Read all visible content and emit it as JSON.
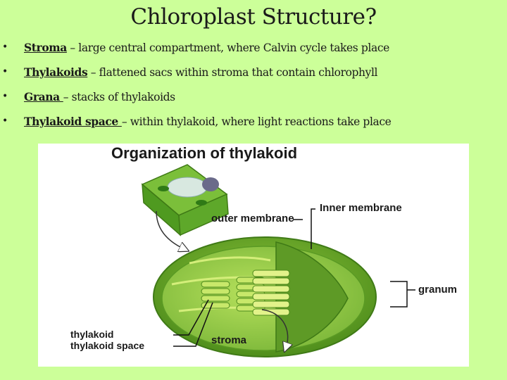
{
  "slide": {
    "title": "Chloroplast Structure?",
    "bullets": [
      {
        "term": "Stroma",
        "desc": " – large central compartment, where Calvin cycle takes place"
      },
      {
        "term": "Thylakoids",
        "desc": " – flattened sacs within stroma that contain chlorophyll"
      },
      {
        "term": "Grana ",
        "desc": " – stacks of thylakoids"
      },
      {
        "term": "Thylakoid space ",
        "desc": " – within thylakoid, where light reactions take place"
      }
    ],
    "bullet_glyph": "•"
  },
  "figure": {
    "title": "Organization of thylakoid",
    "labels": {
      "inner_membrane": "Inner membrane",
      "outer_membrane": "outer membrane",
      "granum": "granum",
      "thylakoid": "thylakoid",
      "thylakoid_space": "thylakoid space",
      "stroma": "stroma"
    },
    "colors": {
      "background": "#ccff99",
      "chloroplast_outer": "#6aa82a",
      "chloroplast_inner": "#9fd04f",
      "thylakoid": "#c8e86a"
    }
  }
}
